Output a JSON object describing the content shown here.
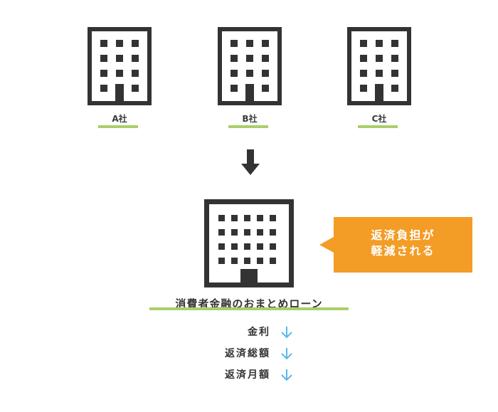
{
  "companies": [
    {
      "label": "A社"
    },
    {
      "label": "B社"
    },
    {
      "label": "C社"
    }
  ],
  "consolidated": {
    "label": "消費者金融のおまとめローン"
  },
  "callout": {
    "line1": "返済負担が",
    "line2": "軽減される",
    "color": "#f39c26"
  },
  "effects": [
    {
      "label": "金利",
      "icon": "down-arrow-icon"
    },
    {
      "label": "返済総額",
      "icon": "down-arrow-icon"
    },
    {
      "label": "返済月額",
      "icon": "down-arrow-icon"
    }
  ],
  "colors": {
    "building": "#333333",
    "underline": "#a9cf6b",
    "down_arrow": "#5bb8e8"
  }
}
